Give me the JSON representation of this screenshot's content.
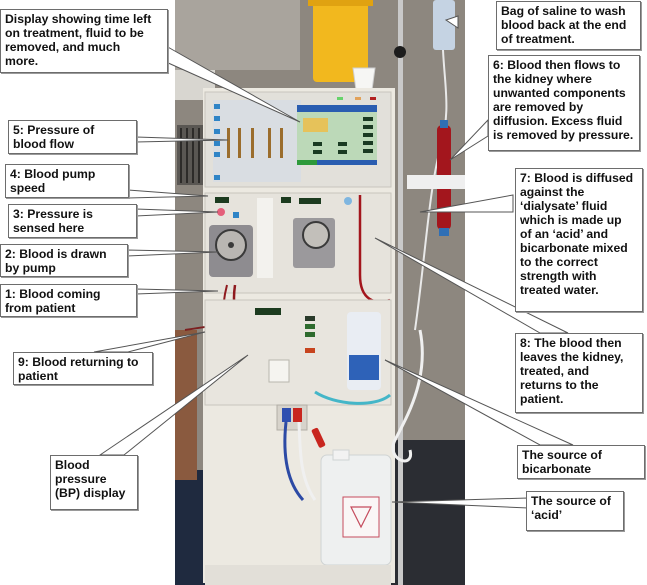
{
  "figure": {
    "subject": "Haemodialysis machine, annotated photograph"
  },
  "callouts": {
    "display": "Display showing time left\non treatment, fluid to be\nremoved, and much\nmore.",
    "saline": "Bag of saline to wash\nblood back at the end\nof treatment.",
    "step6": "6: Blood then flows to\nthe kidney where\nunwanted components\nare removed by\ndiffusion.  Excess fluid\nis removed by pressure.",
    "step5": "5: Pressure of\nblood flow",
    "step4": "4: Blood pump\nspeed",
    "step3": "3: Pressure is\nsensed here",
    "step2": "2: Blood is drawn\nby pump",
    "step1": "1: Blood coming\nfrom patient",
    "step7": "7: Blood is diffused\nagainst the\n‘dialysate’ fluid\nwhich is made up\nof an ‘acid’ and\nbicarbonate mixed\nto the correct\nstrength with\ntreated water.",
    "step9": "9: Blood returning to\npatient",
    "step8": "8: The blood then\nleaves the kidney,\ntreated, and\nreturns to the\npatient.",
    "bp": "Blood\npressure\n(BP) display",
    "bicarbonate": "The source of\nbicarbonate",
    "acid": "The source of\n‘acid’"
  },
  "colors": {
    "callout_border": "#6d6d6d",
    "leader_line": "#555555",
    "machine_body": "#ece9e1",
    "screen_blue": "#2a5db0",
    "screen_green": "#bcd9b8",
    "blood_red": "#a3161d",
    "sharps_yellow": "#f2b81e"
  }
}
